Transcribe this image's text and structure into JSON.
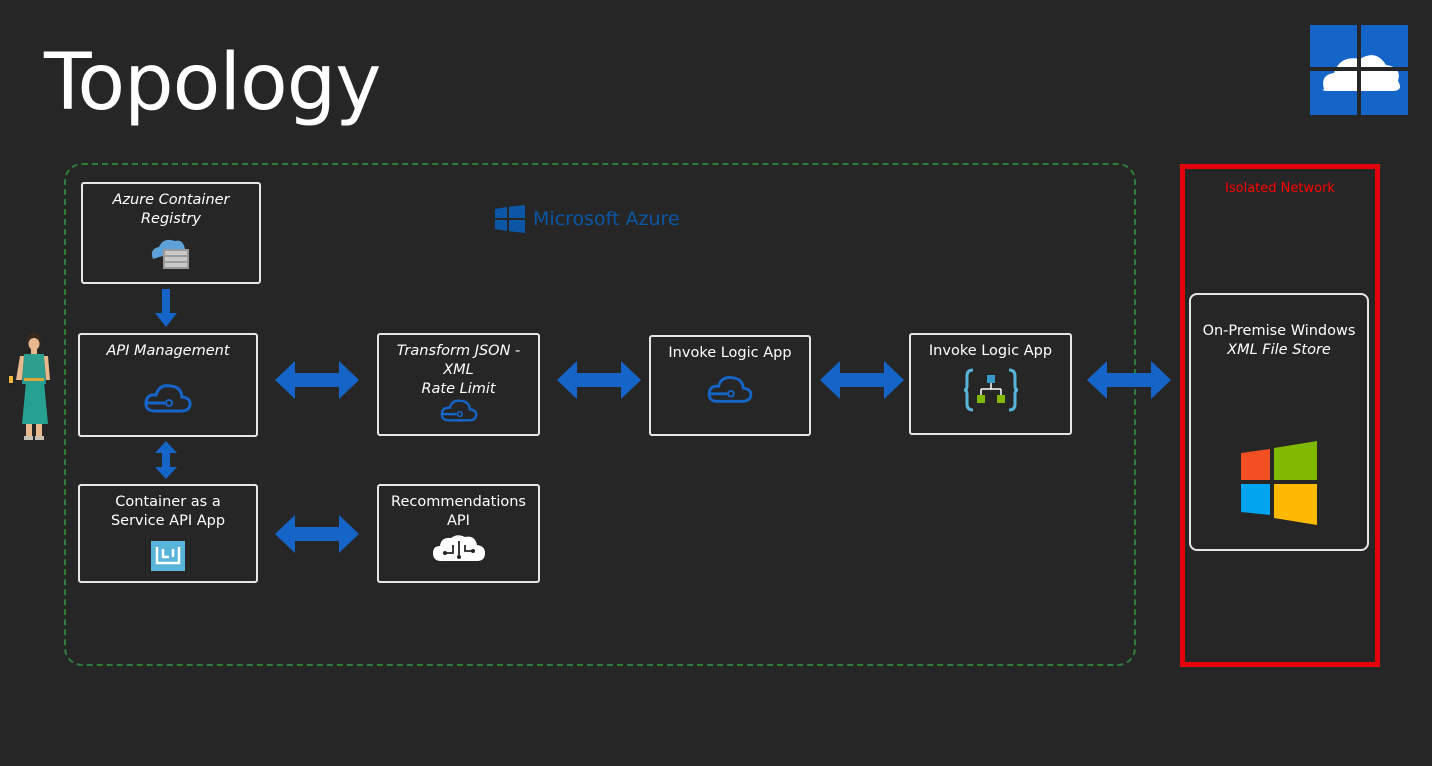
{
  "title": "Topology",
  "azure_brand": "Microsoft Azure",
  "isolated_network_label": "Isolated Network",
  "nodes": {
    "container_registry": {
      "line1": "Azure Container",
      "line2": "Registry"
    },
    "api_management": {
      "label": "API Management"
    },
    "transform": {
      "line1": "Transform JSON -",
      "line2": "XML",
      "line3": "Rate Limit"
    },
    "invoke_logic_app_1": {
      "label": "Invoke Logic App"
    },
    "invoke_logic_app_2": {
      "label": "Invoke Logic App"
    },
    "container_service": {
      "line1": "Container as a",
      "line2": "Service API App"
    },
    "recommendations": {
      "line1": "Recommendations",
      "line2": "API"
    },
    "onprem": {
      "line1": "On-Premise Windows",
      "line2": "XML File Store"
    }
  },
  "icons": {
    "logo": "cloud-grid-logo-icon",
    "azure": "windows-logo-icon",
    "registry": "container-registry-icon",
    "api_management": "cloud-icon",
    "transform": "cloud-icon",
    "invoke_1": "cloud-icon",
    "invoke_2": "logic-app-icon",
    "container_service": "app-service-icon",
    "recommendations": "cognitive-brain-icon",
    "onprem": "windows-logo-icon",
    "person": "person-icon"
  },
  "colors": {
    "background": "#262626",
    "arrow": "#1565c9",
    "azure_region_border": "#2f7d3a",
    "isolated_border": "#e3000b",
    "box_border": "#e6e6e6"
  }
}
